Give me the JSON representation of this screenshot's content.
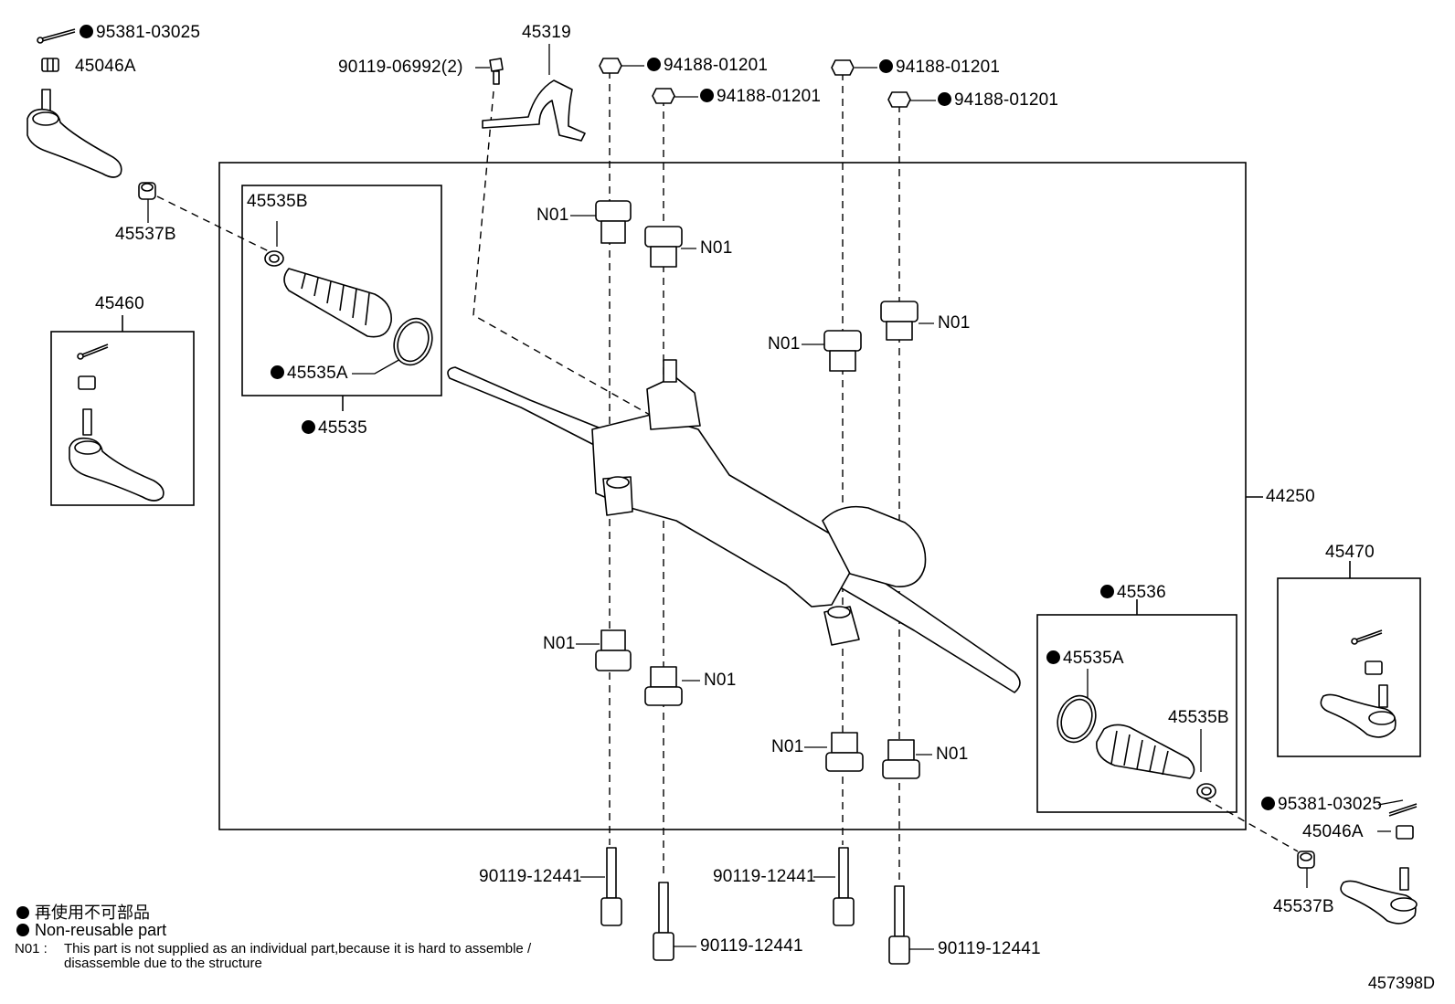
{
  "callouts": {
    "p95381_tl": "95381-03025",
    "p45046A_tl": "45046A",
    "p45537B_tl": "45537B",
    "p45460": "45460",
    "p90119_06992": "90119-06992(2)",
    "p45319": "45319",
    "p94188_a": "94188-01201",
    "p94188_b": "94188-01201",
    "p94188_c": "94188-01201",
    "p94188_d": "94188-01201",
    "p45535B_l": "45535B",
    "p45535A_l": "45535A",
    "p45535": "45535",
    "p44250": "44250",
    "p45536": "45536",
    "p45535A_r": "45535A",
    "p45535B_r": "45535B",
    "p45470": "45470",
    "p95381_br": "95381-03025",
    "p45046A_br": "45046A",
    "p45537B_br": "45537B",
    "p90119_a": "90119-12441",
    "p90119_b": "90119-12441",
    "p90119_c": "90119-12441",
    "p90119_d": "90119-12441",
    "n01": "N01"
  },
  "legend": {
    "jp": "再使用不可部品",
    "en": "Non-reusable part"
  },
  "note": {
    "code": "N01 :",
    "line1": "This part is not supplied as an individual part,because it is hard to assemble /",
    "line2": "disassemble due to the structure"
  },
  "diagram_id": "457398D"
}
